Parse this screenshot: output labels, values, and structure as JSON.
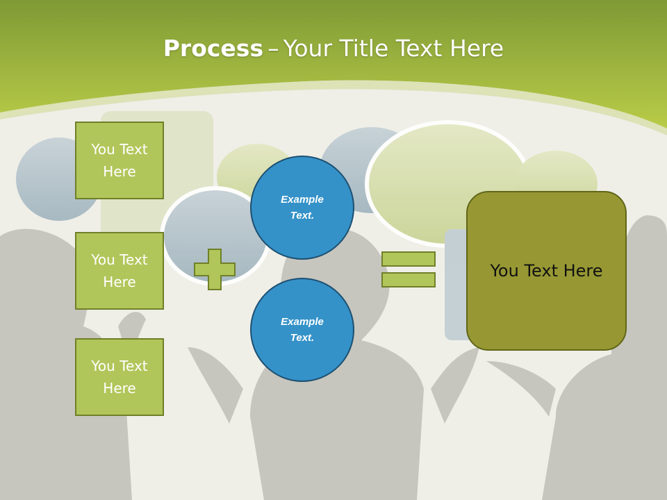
{
  "title": {
    "bold": "Process",
    "separator": "–",
    "rest": "Your Title Text Here"
  },
  "left_boxes": [
    {
      "text": "You Text Here"
    },
    {
      "text": "You Text Here"
    },
    {
      "text": "You Text Here"
    }
  ],
  "circles": [
    {
      "text": "Example Text."
    },
    {
      "text": "Example Text."
    }
  ],
  "result_box": {
    "text": "You Text Here"
  },
  "colors": {
    "header_green": "#b6c84a",
    "box_green": "#b1c65a",
    "circle_blue": "#3492c8",
    "result_olive": "#979833",
    "silhouette_gray": "#c6c6be"
  },
  "icons": {
    "plus": "plus-icon",
    "equals": "equals-icon"
  }
}
